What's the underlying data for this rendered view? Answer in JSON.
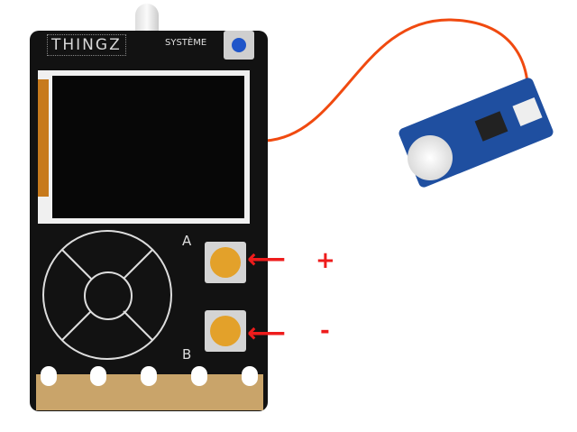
{
  "board": {
    "logo": "THINGZ",
    "system_label": "SYSTÈME",
    "button_a_label": "A",
    "button_b_label": "B"
  },
  "annotations": {
    "plus": "+",
    "minus": "-",
    "arrow_color": "#ee1c1c"
  },
  "wire": {
    "color": "#f04a10"
  }
}
